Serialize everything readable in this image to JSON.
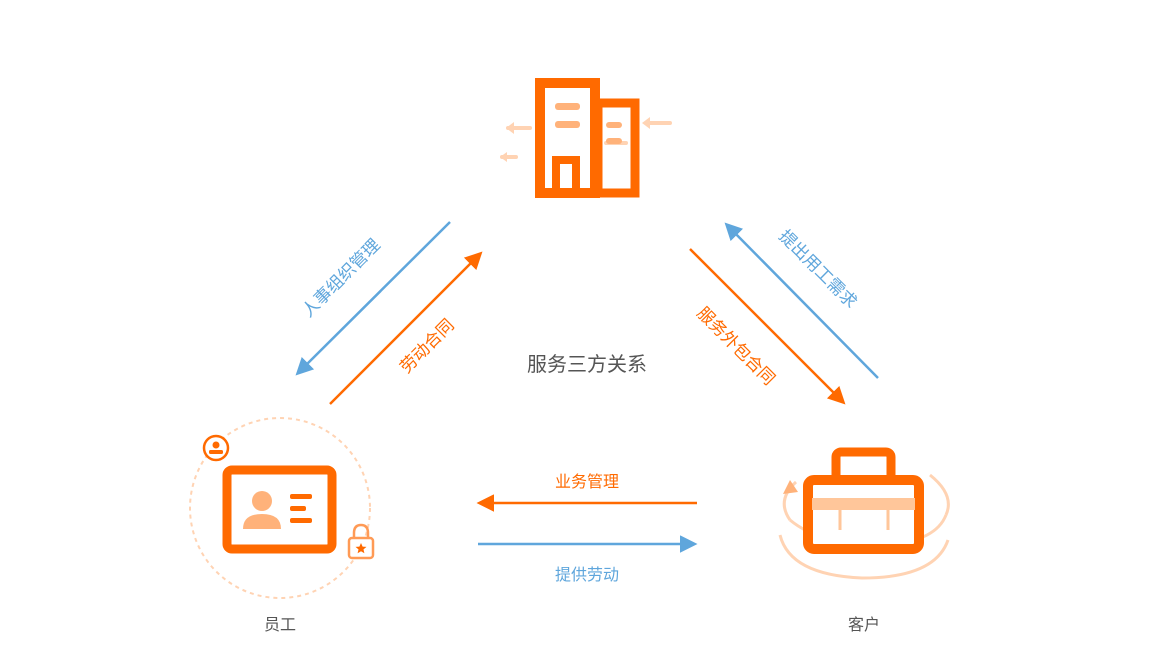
{
  "center_title": "服务三方关系",
  "nodes": {
    "company": {
      "label": ""
    },
    "employee": {
      "label": "员工"
    },
    "client": {
      "label": "客户"
    }
  },
  "relations": {
    "hr_management": "人事组织管理",
    "labor_contract": "劳动合同",
    "staffing_demand": "提出用工需求",
    "outsourcing_contract": "服务外包合同",
    "business_management": "业务管理",
    "provide_labor": "提供劳动"
  },
  "colors": {
    "orange": "#ff6a00",
    "orange_light": "#ffb27a",
    "orange_pale": "#ffd3b3",
    "blue": "#5fa6dc",
    "text_dark": "#555555"
  }
}
